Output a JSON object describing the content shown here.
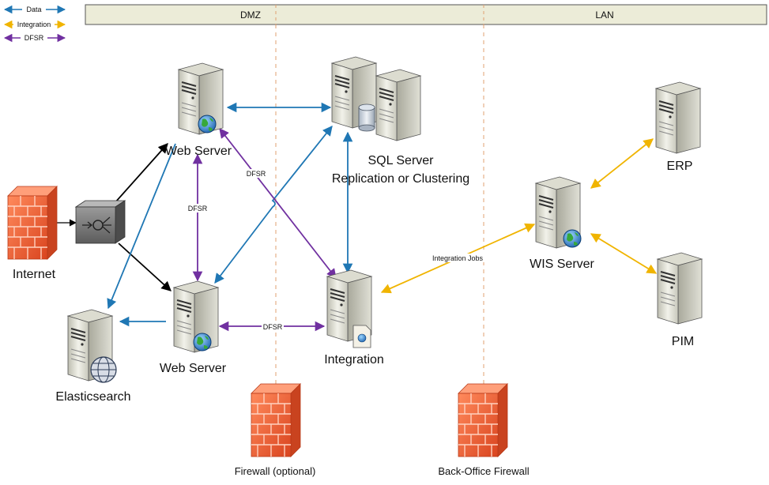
{
  "legend": {
    "data": "Data",
    "integration": "Integration",
    "dfsr": "DFSR"
  },
  "zones": {
    "dmz": "DMZ",
    "lan": "LAN"
  },
  "nodes": {
    "internet": "Internet",
    "web_server_top": "Web Server",
    "web_server_bottom": "Web Server",
    "sql_line1": "SQL Server",
    "sql_line2": "Replication or Clustering",
    "integration": "Integration",
    "elasticsearch": "Elasticsearch",
    "wis_server": "WIS Server",
    "erp": "ERP",
    "pim": "PIM",
    "firewall_optional": "Firewall (optional)",
    "backoffice_firewall": "Back-Office Firewall"
  },
  "edge_labels": {
    "dfsr_vertical": "DFSR",
    "dfsr_diagonal": "DFSR",
    "dfsr_horizontal": "DFSR",
    "integration_jobs": "Integration Jobs"
  },
  "colors": {
    "data": "#1f77b4",
    "integration": "#f0b400",
    "dfsr": "#7030a0",
    "load_balancer": "#000000",
    "firewall": "#e4572e",
    "zone_bar": "#ececd8",
    "dashed": "#e0a070"
  },
  "icons": {
    "server": "server-icon",
    "firewall": "firewall-icon",
    "load_balancer": "load-balancer-icon",
    "globe": "globe-icon",
    "database": "database-icon",
    "document": "document-icon"
  }
}
